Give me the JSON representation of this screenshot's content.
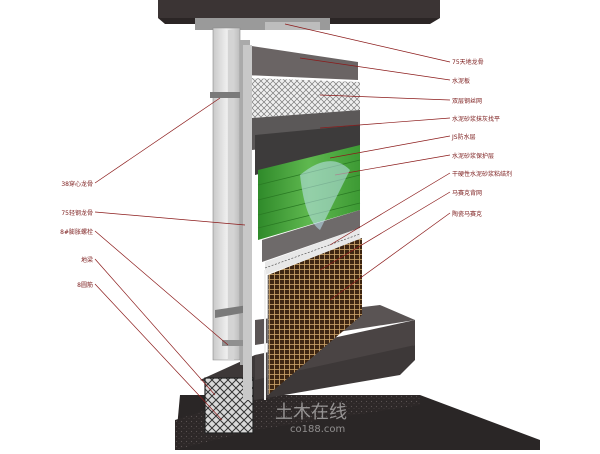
{
  "diagram": {
    "right_labels": [
      "75天地龙骨",
      "水泥板",
      "双层钢丝网",
      "水泥砂浆抹灰找平",
      "JS防水层",
      "水泥砂浆保护层",
      "干硬性水泥砂浆粘结剂",
      "马赛克背网",
      "陶瓷马赛克"
    ],
    "left_labels": [
      "38穿心龙骨",
      "75轻钢龙骨",
      "8#膨胀螺栓",
      "地梁",
      "8圆筋"
    ],
    "watermark": {
      "main": "土木在线",
      "sub": "co188.com"
    },
    "colors": {
      "leader_line": "#8b1a1a",
      "label_text": "#7a1a1a",
      "green_layer": "#3f9a35",
      "mosaic": "#5a3a1e",
      "concrete": "#4a4444"
    }
  }
}
